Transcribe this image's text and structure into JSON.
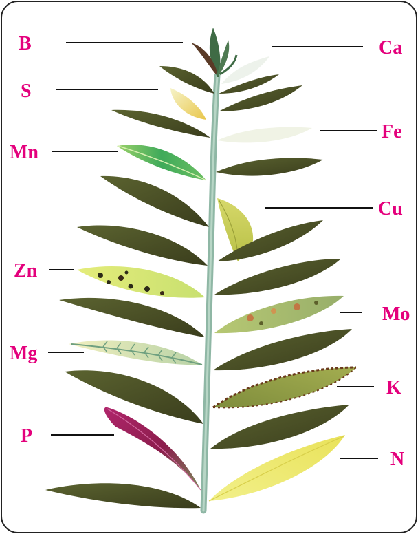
{
  "colors": {
    "label": "#e4007c",
    "border": "#222222",
    "stem": "#8fb7a5",
    "healthy_leaf": "#4a4f25",
    "healthy_leaf_mid": "#5f6a2f"
  },
  "labels": {
    "B": "B",
    "Ca": "Ca",
    "S": "S",
    "Fe": "Fe",
    "Mn": "Mn",
    "Cu": "Cu",
    "Zn": "Zn",
    "Mo": "Mo",
    "Mg": "Mg",
    "K": "K",
    "P": "P",
    "N": "N"
  }
}
